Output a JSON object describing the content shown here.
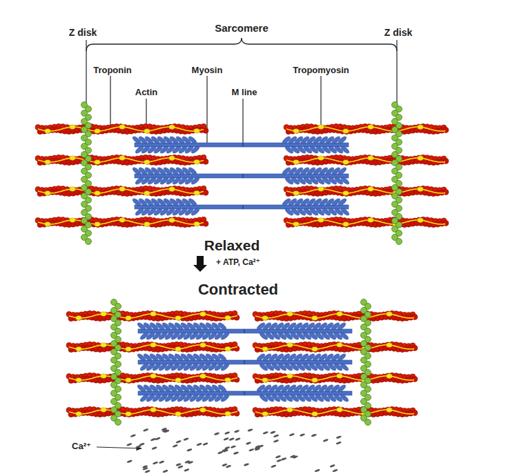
{
  "diagram": {
    "labels": [
      "Sarcomere",
      "Z disk",
      "Z disk",
      "Troponin",
      "Myosin",
      "M line",
      "Tropomyosin",
      "Actin",
      "Relaxed",
      "+ ATP, Ca²⁺",
      "Contracted",
      "Ca²⁺"
    ]
  }
}
